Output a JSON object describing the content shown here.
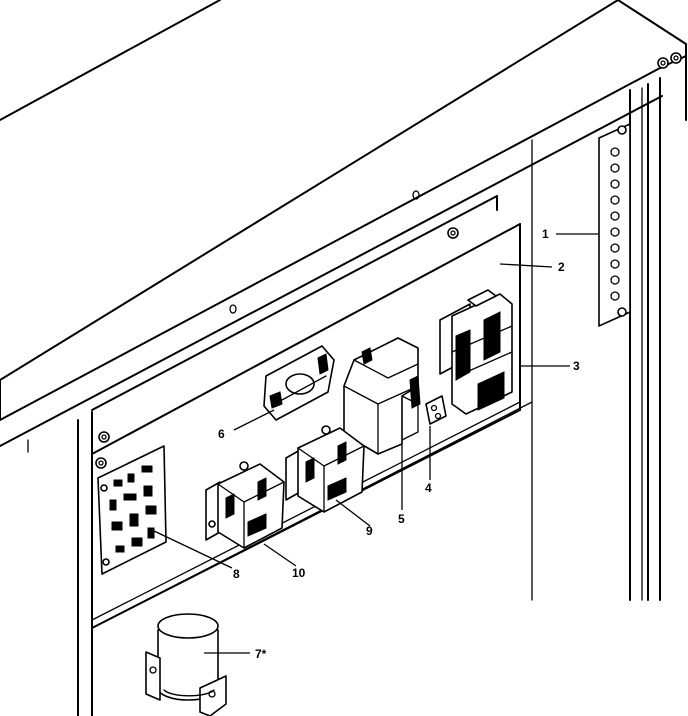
{
  "callouts": [
    {
      "id": "1",
      "text": "1"
    },
    {
      "id": "2",
      "text": "2"
    },
    {
      "id": "3",
      "text": "3"
    },
    {
      "id": "4",
      "text": "4"
    },
    {
      "id": "5",
      "text": "5"
    },
    {
      "id": "6",
      "text": "6"
    },
    {
      "id": "7",
      "text": "7*"
    },
    {
      "id": "8",
      "text": "8"
    },
    {
      "id": "9",
      "text": "9"
    },
    {
      "id": "10",
      "text": "10"
    }
  ]
}
